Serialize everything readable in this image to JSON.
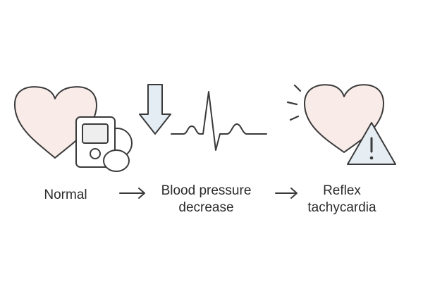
{
  "steps": [
    {
      "id": "normal",
      "lines": [
        "Normal"
      ]
    },
    {
      "id": "bp",
      "lines": [
        "Blood pressure",
        "decrease"
      ]
    },
    {
      "id": "reflex",
      "lines": [
        "Reflex",
        "tachycardia"
      ]
    }
  ],
  "icons": {
    "step1": [
      "heart-icon",
      "blood-pressure-monitor-icon"
    ],
    "step2": [
      "down-arrow-icon",
      "ecg-waveform-icon"
    ],
    "step3": [
      "heart-icon",
      "warning-icon"
    ],
    "connectors": [
      "right-arrow-icon",
      "right-arrow-icon"
    ]
  },
  "colors": {
    "heart_fill": "#f9ece8",
    "arrow_fill": "#e4edf3",
    "warning_fill": "#e6eef4",
    "outline": "#3a3a3a",
    "text": "#2b2b2b"
  }
}
